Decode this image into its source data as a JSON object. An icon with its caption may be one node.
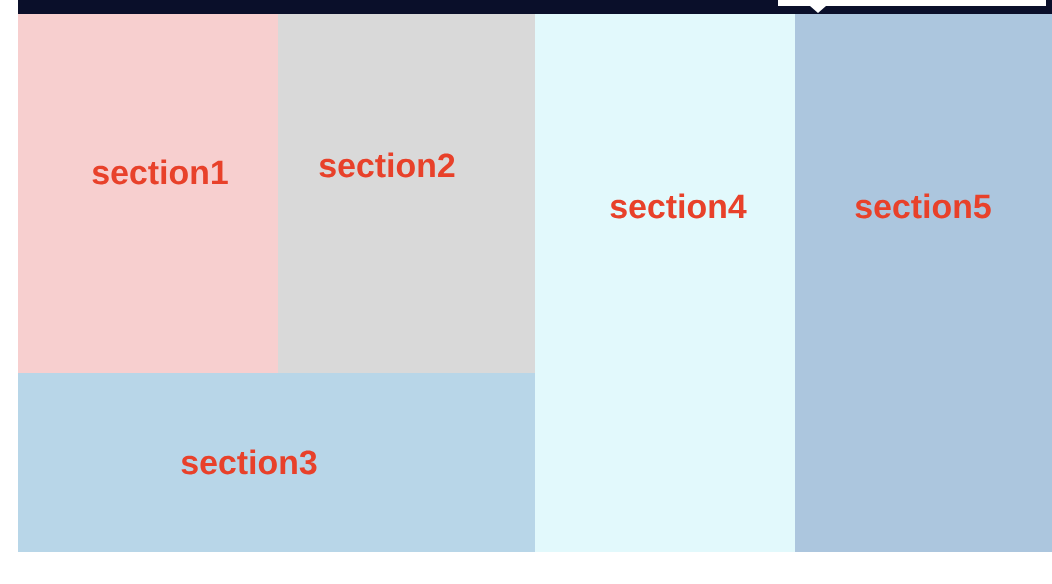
{
  "diagram": {
    "nodes": [
      {
        "text": [
          "section1"
        ]
      },
      {
        "text": [
          "section2"
        ]
      },
      {
        "text": [
          "section3"
        ]
      },
      {
        "text": [
          "section4"
        ]
      },
      {
        "text": [
          "section5"
        ]
      }
    ]
  }
}
